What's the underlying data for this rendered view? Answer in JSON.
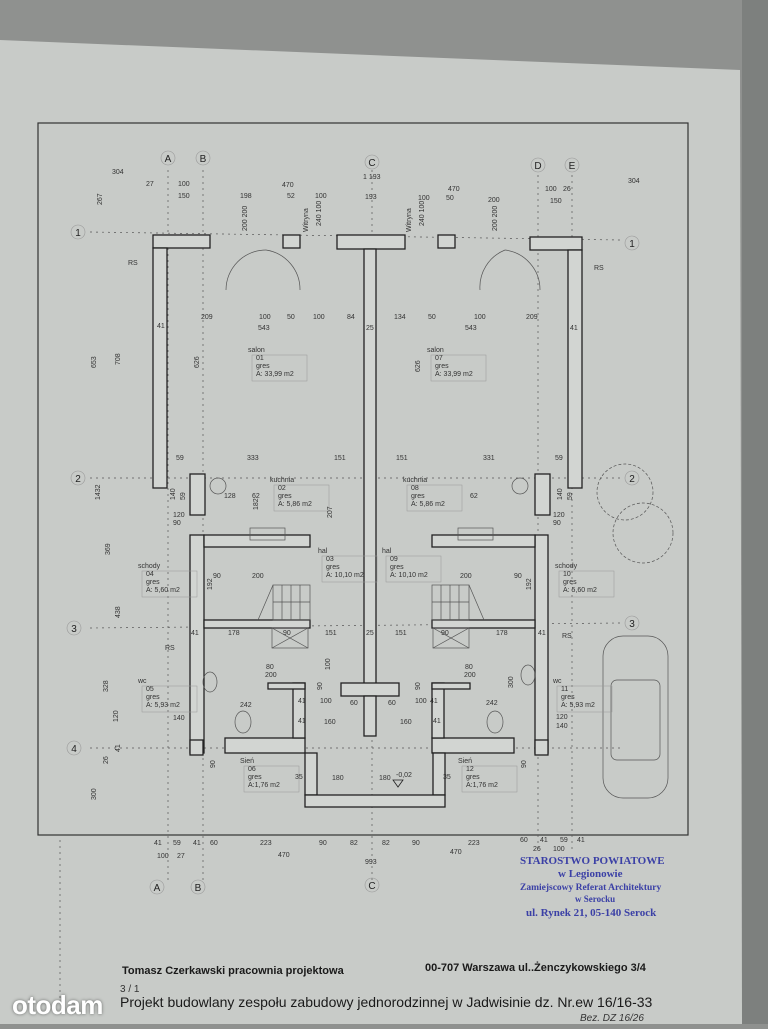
{
  "titleblock": {
    "office": "Tomasz Czerkawski pracownia projektowa",
    "address": "00-707 Warszawa ul..Żenczykowskiego 3/4",
    "sheet": "3 / 1",
    "project": "Projekt budowlany zespołu zabudowy jednorodzinnej w Jadwisinie dz. Nr.ew 16/16-33",
    "handwritten": "Bez. DZ 16/26"
  },
  "stamp": {
    "line1": "STAROSTWO POWIATOWE",
    "line2": "w Legionowie",
    "line3": "Zamiejscowy Referat Architektury",
    "line4": "w Serocku",
    "line5": "ul. Rynek 21, 05-140 Serock"
  },
  "watermark": "otodam",
  "grid_axes": [
    "A",
    "B",
    "C",
    "D",
    "E",
    "1",
    "2",
    "3",
    "4",
    "1",
    "2",
    "3",
    "A",
    "B",
    "C"
  ],
  "labels": {
    "rs": "RS",
    "witryna": "Witryna",
    "level": "-0,02"
  },
  "rooms": [
    {
      "name": "salon",
      "no": "01",
      "floor": "gres",
      "area": "A: 33,99 m2"
    },
    {
      "name": "salon",
      "no": "07",
      "floor": "gres",
      "area": "A: 33,99 m2"
    },
    {
      "name": "kuchnia",
      "no": "02",
      "floor": "gres",
      "area": "A: 5,86 m2"
    },
    {
      "name": "kuchnia",
      "no": "08",
      "floor": "gres",
      "area": "A: 5,86 m2"
    },
    {
      "name": "hal",
      "no": "03",
      "floor": "gres",
      "area": "A: 10,10 m2"
    },
    {
      "name": "hal",
      "no": "09",
      "floor": "gres",
      "area": "A: 10,10 m2"
    },
    {
      "name": "schody",
      "no": "04",
      "floor": "gres",
      "area": "A: 5,60 m2"
    },
    {
      "name": "schody",
      "no": "10",
      "floor": "gres",
      "area": "A: 5,60 m2"
    },
    {
      "name": "wc",
      "no": "05",
      "floor": "gres",
      "area": "A: 5,93 m2"
    },
    {
      "name": "wc",
      "no": "11",
      "floor": "gres",
      "area": "A: 5,93 m2"
    },
    {
      "name": "Sień",
      "no": "06",
      "floor": "gres",
      "area": "A:1,76 m2"
    },
    {
      "name": "Sień",
      "no": "12",
      "floor": "gres",
      "area": "A:1,76 m2"
    }
  ],
  "dimensions": [
    "304",
    "27",
    "100",
    "470",
    "1 193",
    "470",
    "100",
    "26",
    "304",
    "150",
    "198",
    "52",
    "100",
    "193",
    "100",
    "50",
    "200",
    "150",
    "200 200",
    "240 100",
    "240 100",
    "200 200",
    "209",
    "100",
    "50",
    "100",
    "84",
    "25",
    "134",
    "50",
    "100",
    "209",
    "543",
    "543",
    "41",
    "41",
    "626",
    "626",
    "708",
    "653",
    "59",
    "333",
    "151",
    "151",
    "331",
    "59",
    "140",
    "59",
    "120",
    "90",
    "128",
    "62",
    "182",
    "207",
    "62",
    "140",
    "59",
    "120",
    "90",
    "90",
    "200",
    "192",
    "200",
    "90",
    "192",
    "41",
    "178",
    "90",
    "151",
    "25",
    "151",
    "90",
    "178",
    "41",
    "80",
    "200",
    "100",
    "80",
    "200",
    "300",
    "242",
    "242",
    "90",
    "100",
    "90",
    "100",
    "60",
    "60",
    "41",
    "41",
    "41",
    "41",
    "160",
    "160",
    "180",
    "180",
    "35",
    "35",
    "90",
    "90",
    "41",
    "59",
    "41",
    "60",
    "223",
    "90",
    "82",
    "82",
    "90",
    "223",
    "60",
    "41",
    "59",
    "41",
    "100",
    "27",
    "470",
    "470",
    "993",
    "26",
    "100",
    "1432",
    "369",
    "438",
    "328",
    "120",
    "140",
    "120",
    "140",
    "26",
    "41",
    "300",
    "267"
  ]
}
